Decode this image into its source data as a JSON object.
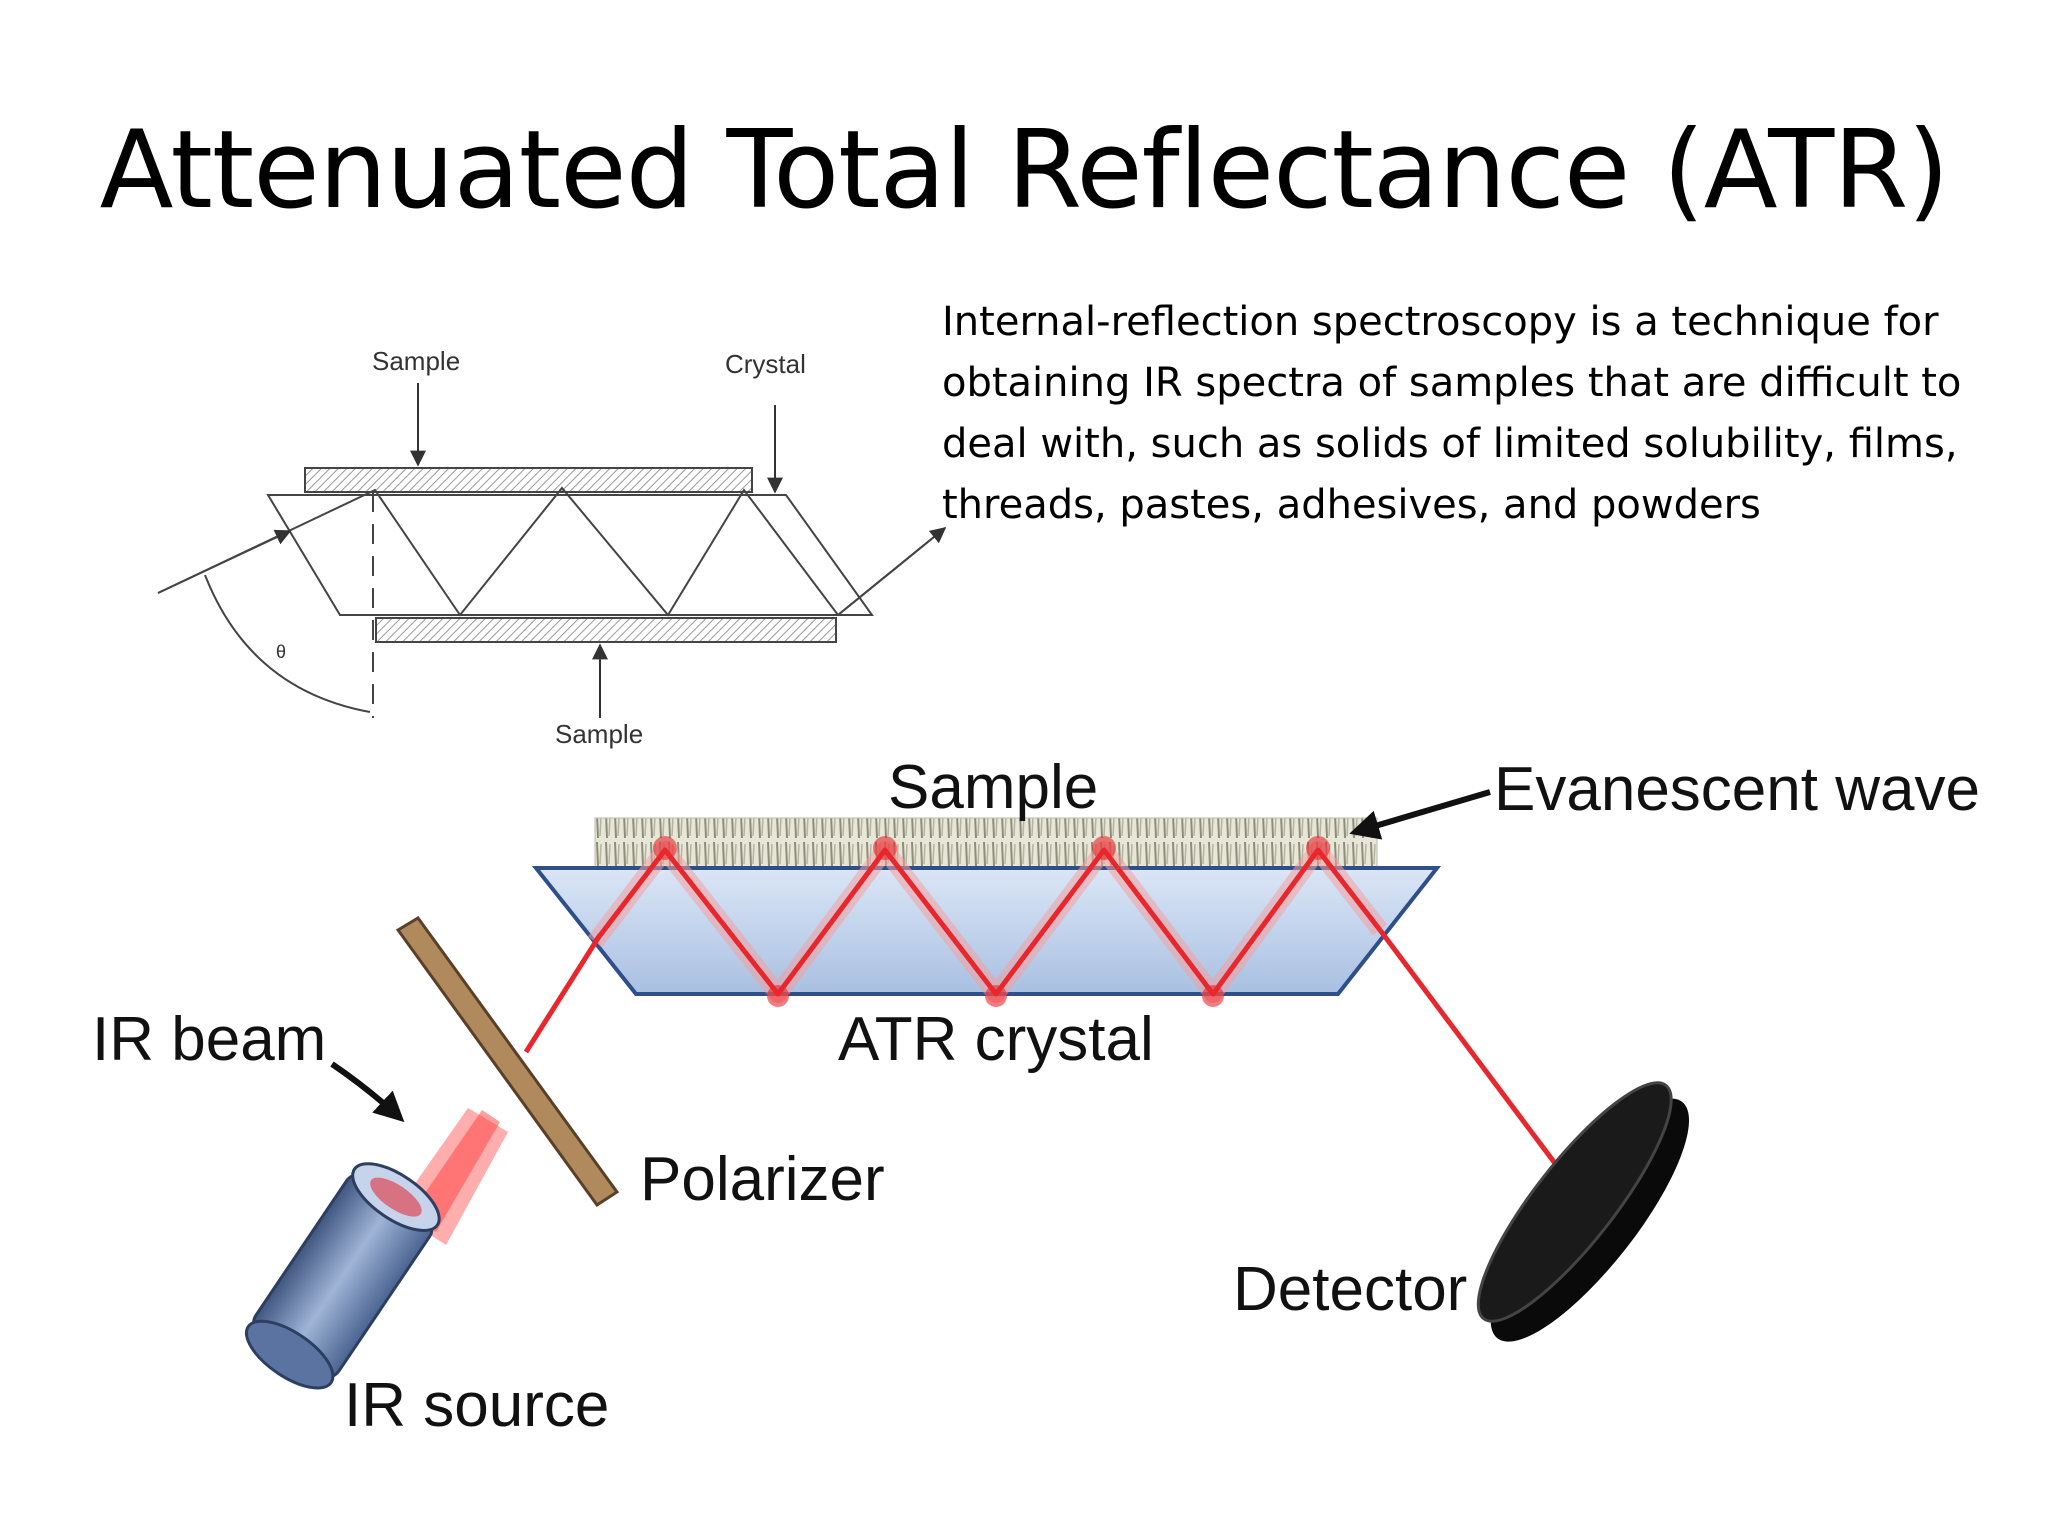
{
  "title": "Attenuated Total Reflectance (ATR)",
  "description": "Internal-reflection spectroscopy is a technique for obtaining IR spectra of samples that are difficult to deal with, such as solids of limited solubility, films, threads, pastes, adhesives, and powders",
  "top_diagram": {
    "sample_top_label": "Sample",
    "crystal_label": "Crystal",
    "sample_bottom_label": "Sample",
    "angle_label": "θ"
  },
  "bottom_diagram": {
    "sample_label": "Sample",
    "evanescent_label": "Evanescent wave",
    "ir_beam_label": "IR beam",
    "atr_crystal_label": "ATR crystal",
    "polarizer_label": "Polarizer",
    "detector_label": "Detector",
    "ir_source_label": "IR source"
  },
  "colors": {
    "beam": "#e8262c",
    "crystal_fill": "#c5d6ee",
    "crystal_stroke": "#2f4f8a",
    "polarizer": "#b08a5c",
    "detector": "#0a0a0a",
    "source": "#6f88b3"
  }
}
